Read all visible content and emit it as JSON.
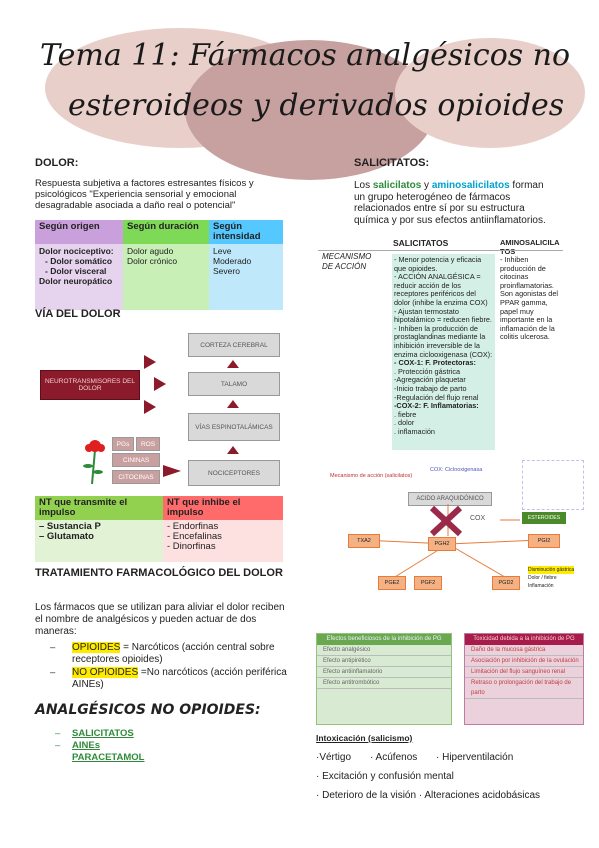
{
  "title": {
    "line1": "Tema 11: Fármacos analgésicos no",
    "line2": "esteroideos y derivados opioides"
  },
  "dolor": {
    "heading": "DOLOR:",
    "definition": "Respuesta subjetiva a factores estresantes físicos y psicológicos \"Experiencia sensorial y emocional desagradable asociada a daño real o potencial\"",
    "columns": [
      {
        "header": "Según origen",
        "lines": [
          "Dolor nociceptivo:",
          "- Dolor somático",
          "- Dolor visceral",
          "Dolor neuropático"
        ]
      },
      {
        "header": "Según duración",
        "lines": [
          "Dolor agudo",
          "Dolor crónico"
        ]
      },
      {
        "header": "Según intensidad",
        "lines": [
          "Leve",
          "Moderado",
          "Severo"
        ]
      }
    ]
  },
  "via": {
    "heading": "VÍA DEL DOLOR",
    "neuro": "NEUROTRANSMISORES DEL DOLOR",
    "corteza": "CORTEZA CEREBRAL",
    "talamo": "TALAMO",
    "vias": "VÍAS ESPINOTALÁMICAS",
    "nociceptores": "NOCICEPTORES",
    "pgs": "PGs",
    "ros": "ROS",
    "cininas": "CININAS",
    "citocinas": "CITOCINAS"
  },
  "nt": {
    "transmit_header": "NT que transmite el impulso",
    "transmit": [
      "– Sustancia P",
      "– Glutamato"
    ],
    "inhibit_header": "NT que inhibe el impulso",
    "inhibit": [
      "- Endorfinas",
      "- Encefalinas",
      "- Dinorfinas"
    ]
  },
  "tratamiento": {
    "heading": "TRATAMIENTO FARMACOLÓGICO DEL DOLOR",
    "intro": "Los fármacos que se utilizan para aliviar el dolor reciben el nombre de analgésicos y pueden actuar de dos maneras:",
    "opioides_hl": "OPIOIDES",
    "opioides_rest": " = Narcóticos (acción central sobre receptores opioides)",
    "noop_hl": "NO OPIOIDES",
    "noop_rest": " =No narcóticos (acción periférica AINEs)"
  },
  "analgesicos": {
    "heading": "ANALGÉSICOS NO OPIOIDES:",
    "items": [
      "SALICITATOS",
      "AINEs",
      "PARACETAMOL"
    ]
  },
  "salicitatos": {
    "heading": "SALICITATOS:",
    "intro_pre": "Los ",
    "w1": "salicilatos",
    "mid": " y ",
    "w2": "aminosalicilatos",
    "intro_post": " forman un grupo heterogéneo de fármacos relacionados entre sí por su estructura química y por sus efectos antiinflamatorios.",
    "col1": "SALICITATOS",
    "col2": "AMINOSALICILATOS",
    "mecanismo": "MECANISMO DE ACCIÓN",
    "sal_lines": [
      "- Menor potencia y eficacia que opioides.",
      "- ACCIÓN ANALGÉSICA = reducir acción de los receptores periféricos del dolor (inhibe la enzima COX)",
      "- Ajustan termostato hipotalámico = reducen fiebre.",
      "- Inhiben la producción de prostaglandinas mediante la inhibición irreversible de la enzima ciclooxigenasa (COX):",
      "- COX-1: F. Protectoras:",
      ". Protección gástrica",
      "-Agregación plaquetar",
      "-Inicio trabajo de parto",
      "-Regulación del flujo renal",
      "-COX-2: F. Inflamatorias:",
      ". fiebre",
      ". dolor",
      ". inflamación"
    ],
    "amino_lines": [
      "- Inhiben producción de citocinas proinflamatorias.",
      "Son agonistas del PPAR gamma, papel muy importante en la inflamación de la colitis ulcerosa."
    ]
  },
  "diagram": {
    "cox_label": "COX: Ciclooxigenasa",
    "left_label": "Mecanismo de acción (salicilatos)",
    "acido": "ACIDO ARAQUIDÓNICO",
    "cox": "COX",
    "pgh2": "PGH2",
    "txa2": "TXA2",
    "pgi2": "PGI2",
    "pge2": "PGE2",
    "pgf2": "PGF2",
    "pgd2": "PGD2",
    "ess": "ESTEROIDES",
    "side": [
      "Disminución gástrica",
      "Dolor / fiebre",
      "Inflamación"
    ]
  },
  "efectos": {
    "green_header": "Efectos beneficiosos de la inhibición de PG",
    "green": [
      "Efecto analgésico",
      "Efecto antipirético",
      "Efecto antiinflamatorio",
      "Efecto antitrombótico"
    ],
    "red_header": "Toxicidad debida a la inhibición de PG",
    "red": [
      "Daño de la mucosa gástrica",
      "Asociación por inhibición de la ovulación",
      "Limitación del flujo sanguíneo renal",
      "Retraso o prolongación del trabajo de parto"
    ]
  },
  "intox": {
    "heading": "Intoxicación (salicismo)",
    "row1": [
      "·Vértigo",
      "· Acúfenos",
      "· Hiperventilación"
    ],
    "row2": "· Excitación y confusión mental",
    "row3": "· Deterioro de la visión · Alteraciones acidobásicas"
  }
}
